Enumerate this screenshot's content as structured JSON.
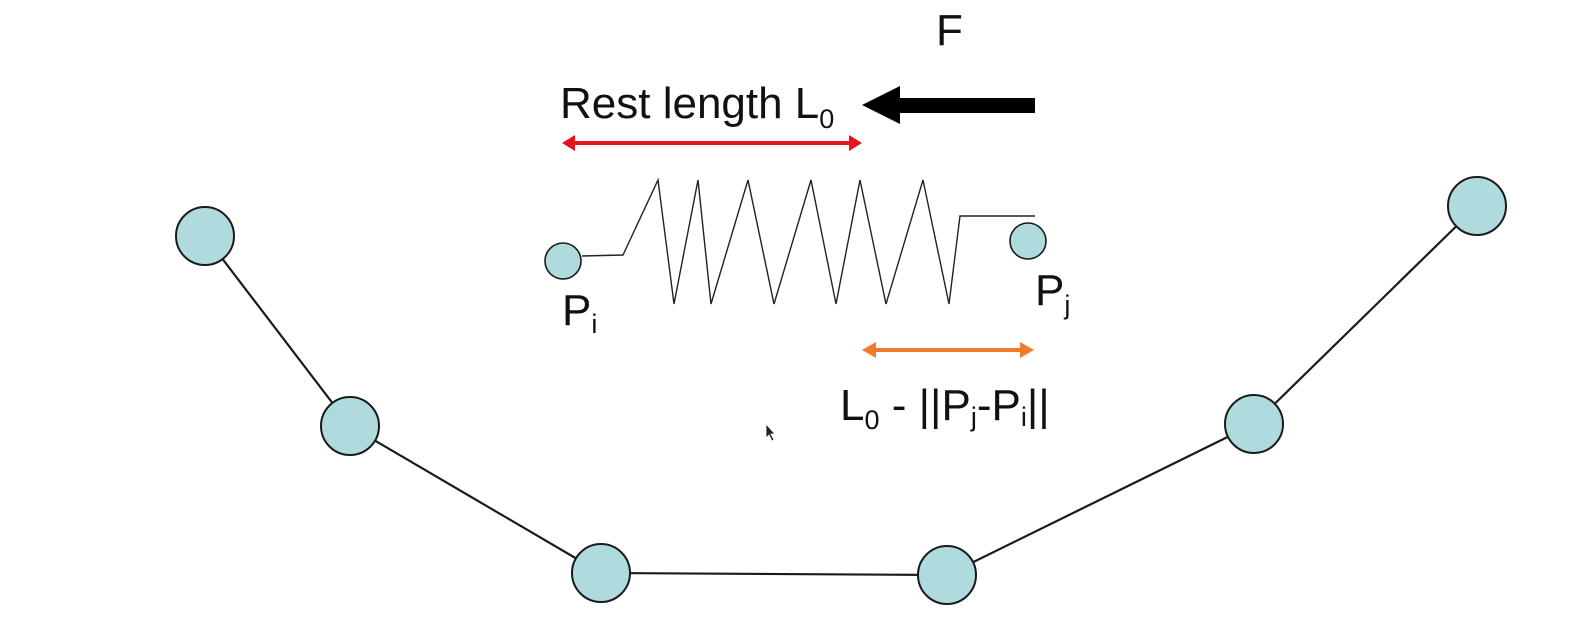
{
  "diagram": {
    "force_label": "F",
    "rest_length_label": "Rest length L",
    "rest_length_sub": "0",
    "point_i_label": "P",
    "point_i_sub": "i",
    "point_j_label": "P",
    "point_j_sub": "j",
    "delta": {
      "l": "L",
      "l_sub": "0",
      "minus_bars_p": " - ||P",
      "j_sub": "j",
      "minus_p": "-P",
      "i_sub": "i",
      "bars": "||"
    },
    "colors": {
      "node_fill": "#afdbdf",
      "node_stroke": "#1a1a1a",
      "rest_length_arrow": "#e8121c",
      "delta_arrow": "#f07a2c",
      "force_arrow": "#000000",
      "spring": "#222222",
      "chain": "#1a1a1a"
    }
  }
}
